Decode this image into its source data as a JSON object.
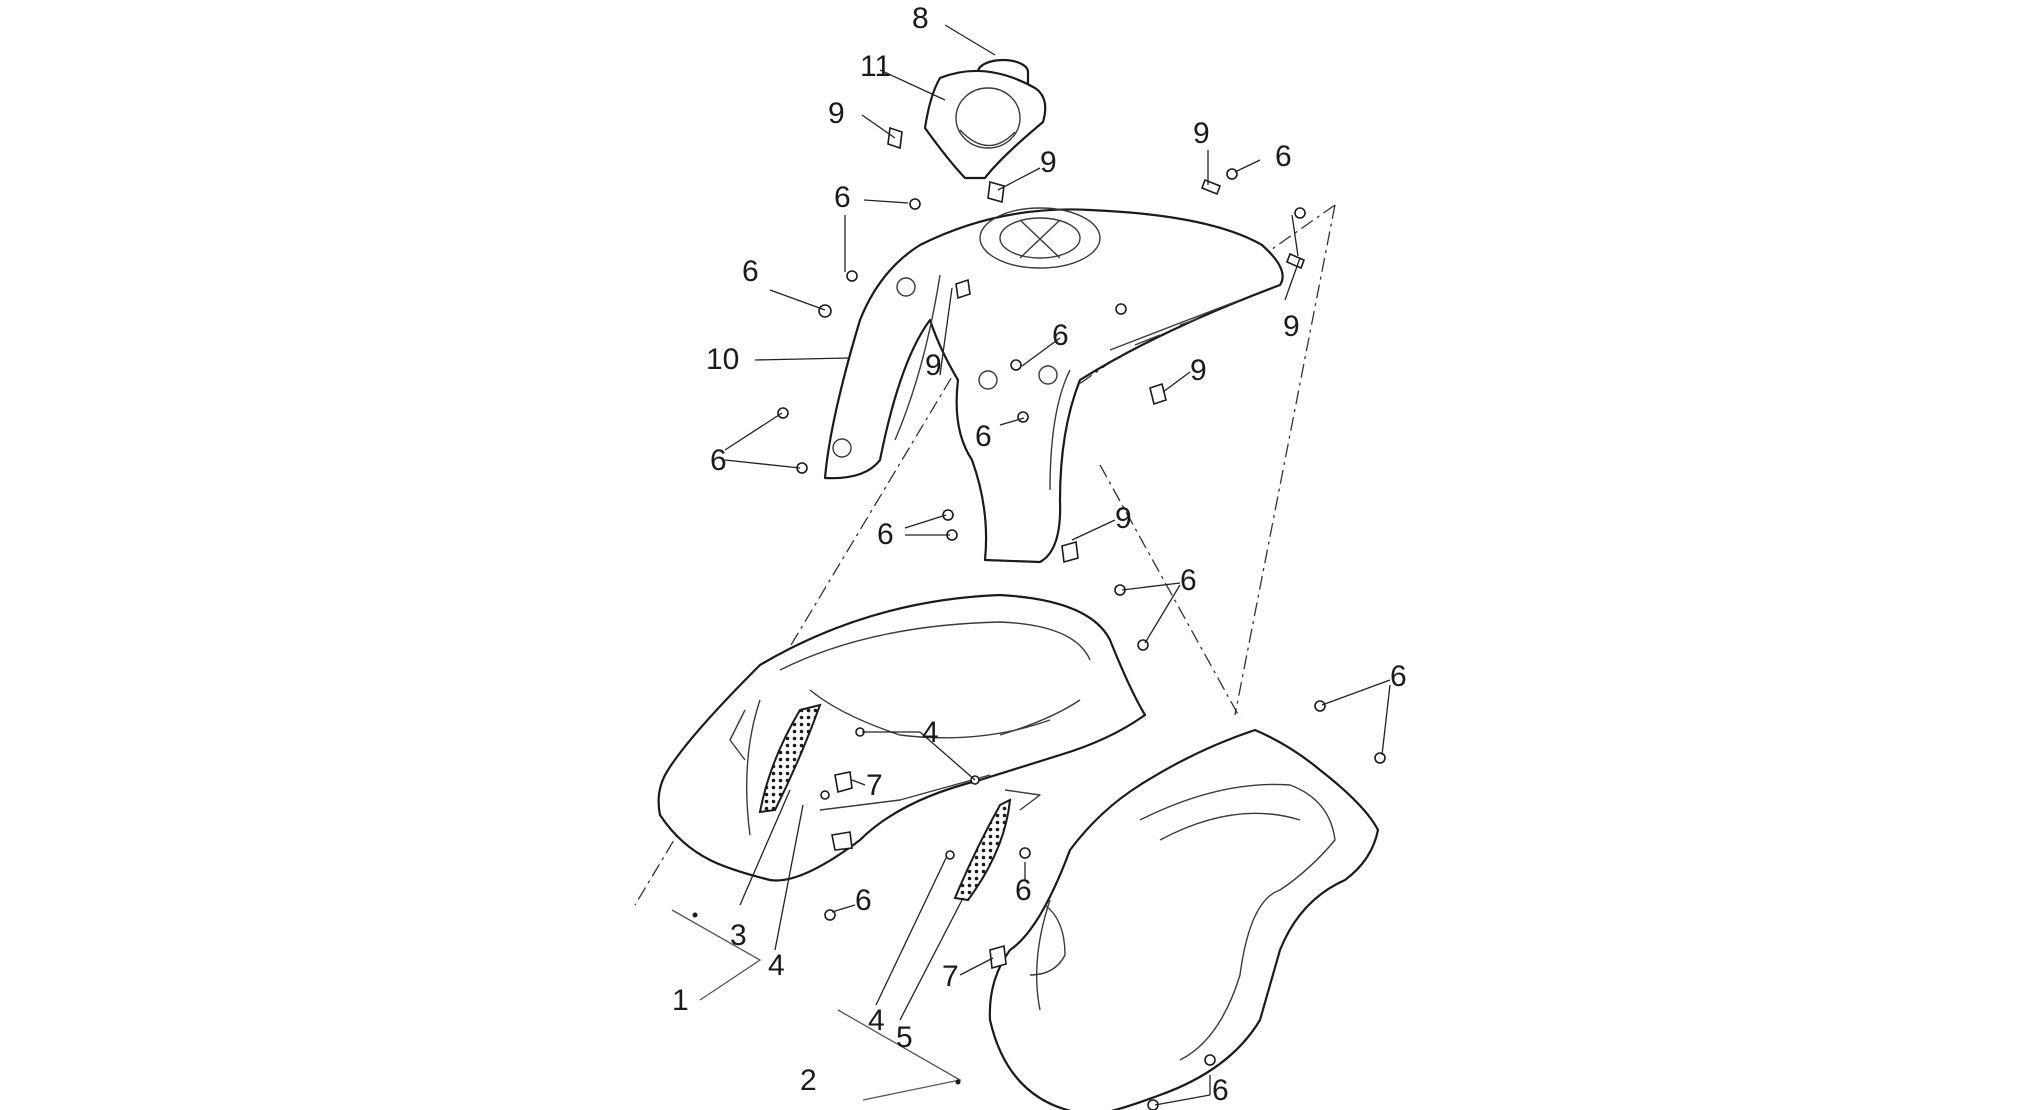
{
  "diagram": {
    "callouts": [
      {
        "id": "c8",
        "label": "8"
      },
      {
        "id": "c11",
        "label": "11"
      },
      {
        "id": "c9a",
        "label": "9"
      },
      {
        "id": "c9b",
        "label": "9"
      },
      {
        "id": "c9c",
        "label": "9"
      },
      {
        "id": "c6a",
        "label": "6"
      },
      {
        "id": "c6b",
        "label": "6"
      },
      {
        "id": "c9d",
        "label": "9"
      },
      {
        "id": "c6c",
        "label": "6"
      },
      {
        "id": "c10",
        "label": "10"
      },
      {
        "id": "c9e",
        "label": "9"
      },
      {
        "id": "c6d",
        "label": "6"
      },
      {
        "id": "c9f",
        "label": "9"
      },
      {
        "id": "c6e",
        "label": "6"
      },
      {
        "id": "c6f",
        "label": "6"
      },
      {
        "id": "c6g",
        "label": "6"
      },
      {
        "id": "c9g",
        "label": "9"
      },
      {
        "id": "c6h",
        "label": "6"
      },
      {
        "id": "c6i",
        "label": "6"
      },
      {
        "id": "c4a",
        "label": "4"
      },
      {
        "id": "c7a",
        "label": "7"
      },
      {
        "id": "c6j",
        "label": "6"
      },
      {
        "id": "c6k",
        "label": "6"
      },
      {
        "id": "c3",
        "label": "3"
      },
      {
        "id": "c4b",
        "label": "4"
      },
      {
        "id": "c1",
        "label": "1"
      },
      {
        "id": "c7b",
        "label": "7"
      },
      {
        "id": "c4c",
        "label": "4"
      },
      {
        "id": "c5",
        "label": "5"
      },
      {
        "id": "c2",
        "label": "2"
      },
      {
        "id": "c6l",
        "label": "6"
      }
    ]
  }
}
